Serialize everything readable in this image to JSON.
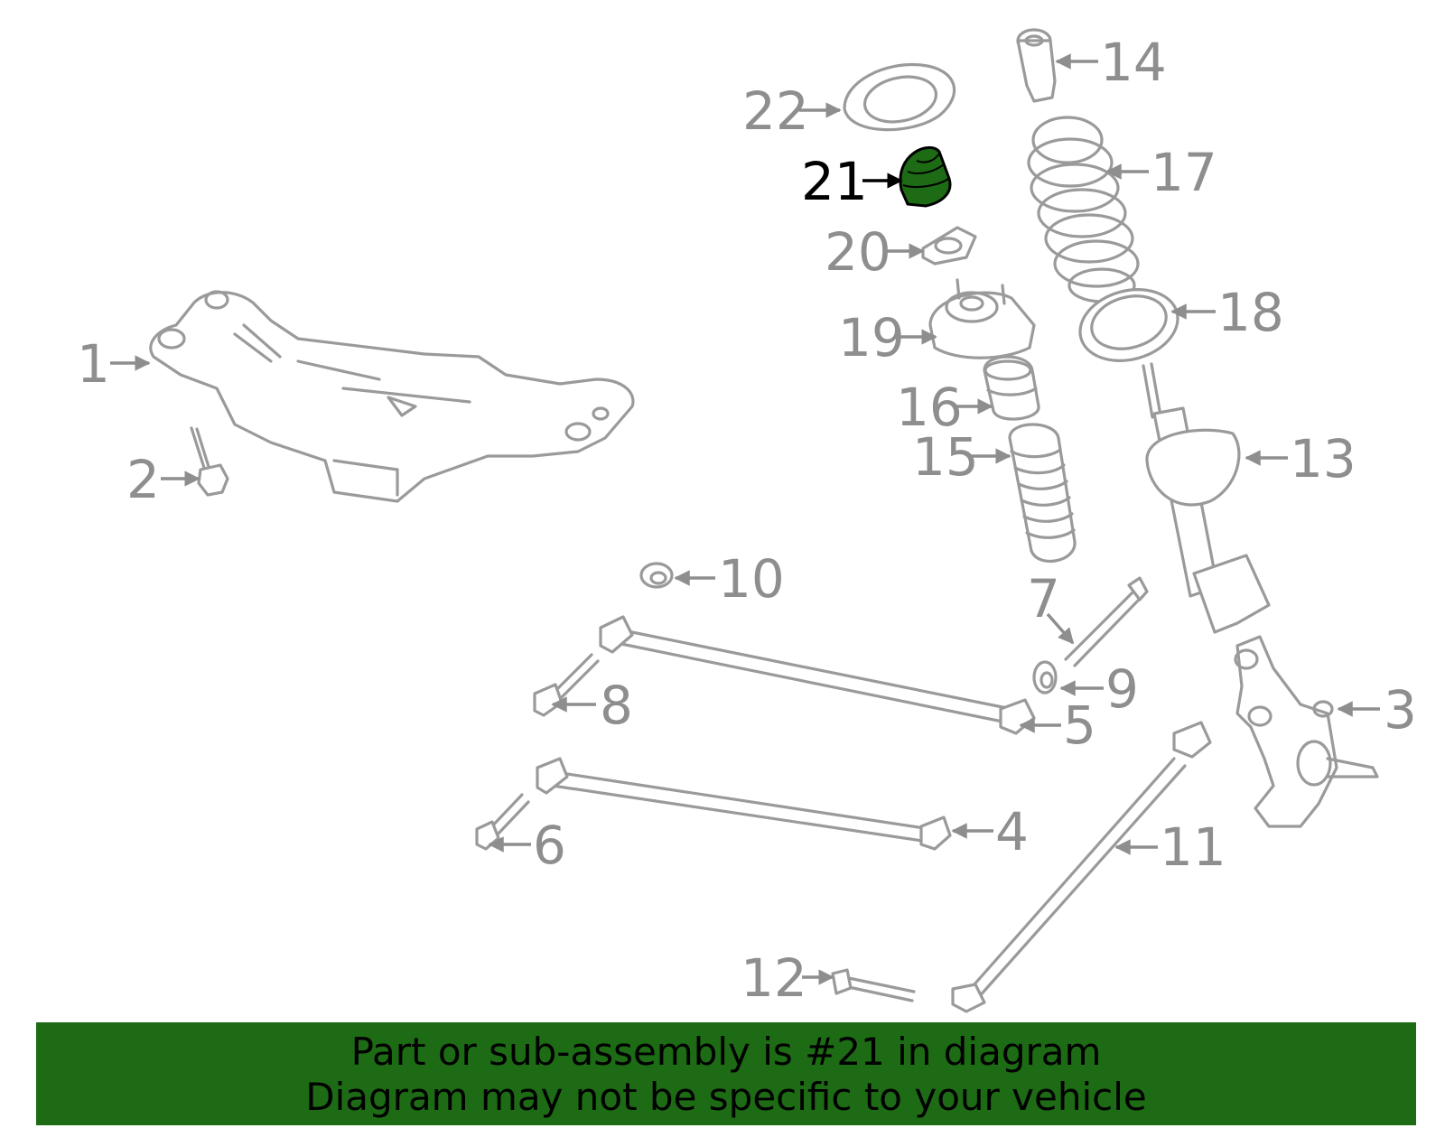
{
  "highlight_color": "#1d6b14",
  "part_color": "#9a9a9a",
  "callouts": {
    "c1": "1",
    "c2": "2",
    "c3": "3",
    "c4": "4",
    "c5": "5",
    "c6": "6",
    "c7": "7",
    "c8": "8",
    "c9": "9",
    "c10": "10",
    "c11": "11",
    "c12": "12",
    "c13": "13",
    "c14": "14",
    "c15": "15",
    "c16": "16",
    "c17": "17",
    "c18": "18",
    "c19": "19",
    "c20": "20",
    "c21": "21",
    "c22": "22"
  },
  "highlighted_part": "21",
  "banner": {
    "line1": "Part or sub-assembly is #21 in diagram",
    "line2": "Diagram may not be specific to your vehicle"
  }
}
